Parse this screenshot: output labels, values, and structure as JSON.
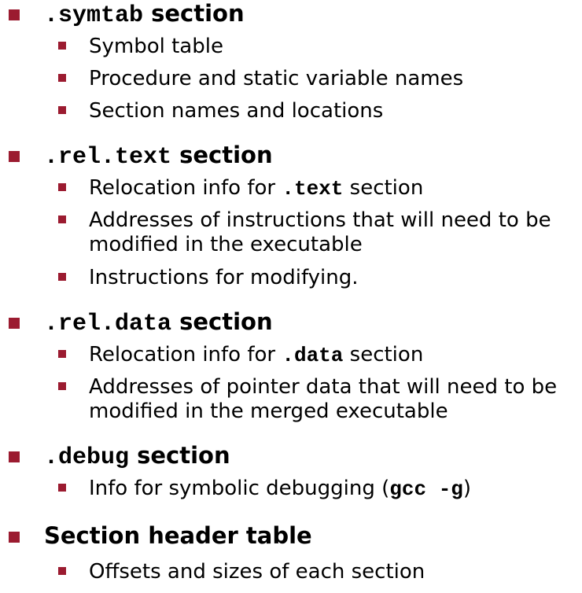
{
  "sections": [
    {
      "code": ".symtab",
      "suffix": " section",
      "items": [
        "Symbol table",
        "Procedure and static variable names",
        "Section names and locations"
      ]
    },
    {
      "code": ".rel.text",
      "suffix": " section",
      "items": [
        {
          "pre": "Relocation info for ",
          "code": ".text",
          "post": " section"
        },
        {
          "line1": "Addresses of instructions that will need to be",
          "line2": "modified in the executable"
        },
        "Instructions for modifying."
      ]
    },
    {
      "code": ".rel.data",
      "suffix": " section",
      "items": [
        {
          "pre": "Relocation info for ",
          "code": ".data",
          "post": " section"
        },
        {
          "line1": "Addresses of pointer data that will need to be",
          "line2": "modified in the merged executable"
        }
      ]
    },
    {
      "code": ".debug",
      "suffix": " section",
      "items": [
        {
          "pre": "Info for symbolic debugging (",
          "code": "gcc -g",
          "post": ")"
        }
      ]
    },
    {
      "title": "Section header table",
      "items": [
        "Offsets and sizes of each section"
      ]
    }
  ],
  "colors": {
    "bullet": "#9b1b30",
    "text": "#000000"
  }
}
